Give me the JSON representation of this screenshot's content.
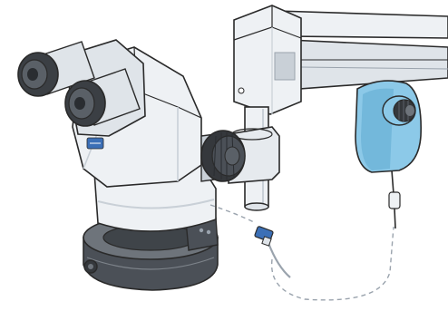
{
  "colors": {
    "background": "#ffffff",
    "outline": "#2a2a2a",
    "body_white": "#eef1f4",
    "body_shade": "#c9d0d7",
    "body_dark": "#9aa3ad",
    "ring_dark": "#4b5057",
    "ring_mid": "#6e747b",
    "knob_dark": "#35383c",
    "eyepiece_dark": "#3b3f44",
    "controller_blue": "#8cc9e8",
    "controller_blue_dark": "#5ea9cf",
    "cable_gray": "#9aa3ad",
    "brand_badge": "#3b6fb6"
  },
  "components": [
    {
      "name": "stereo-microscope-head",
      "icon": "microscope-icon"
    },
    {
      "name": "binocular-eyepieces",
      "icon": "eyepiece-icon"
    },
    {
      "name": "focusing-knob",
      "icon": "knob-icon"
    },
    {
      "name": "ring-light",
      "icon": "ring-light-icon"
    },
    {
      "name": "articulated-arm-stand",
      "icon": "arm-icon"
    },
    {
      "name": "light-controller",
      "icon": "controller-icon"
    },
    {
      "name": "connector-cable",
      "icon": "cable-icon"
    }
  ]
}
